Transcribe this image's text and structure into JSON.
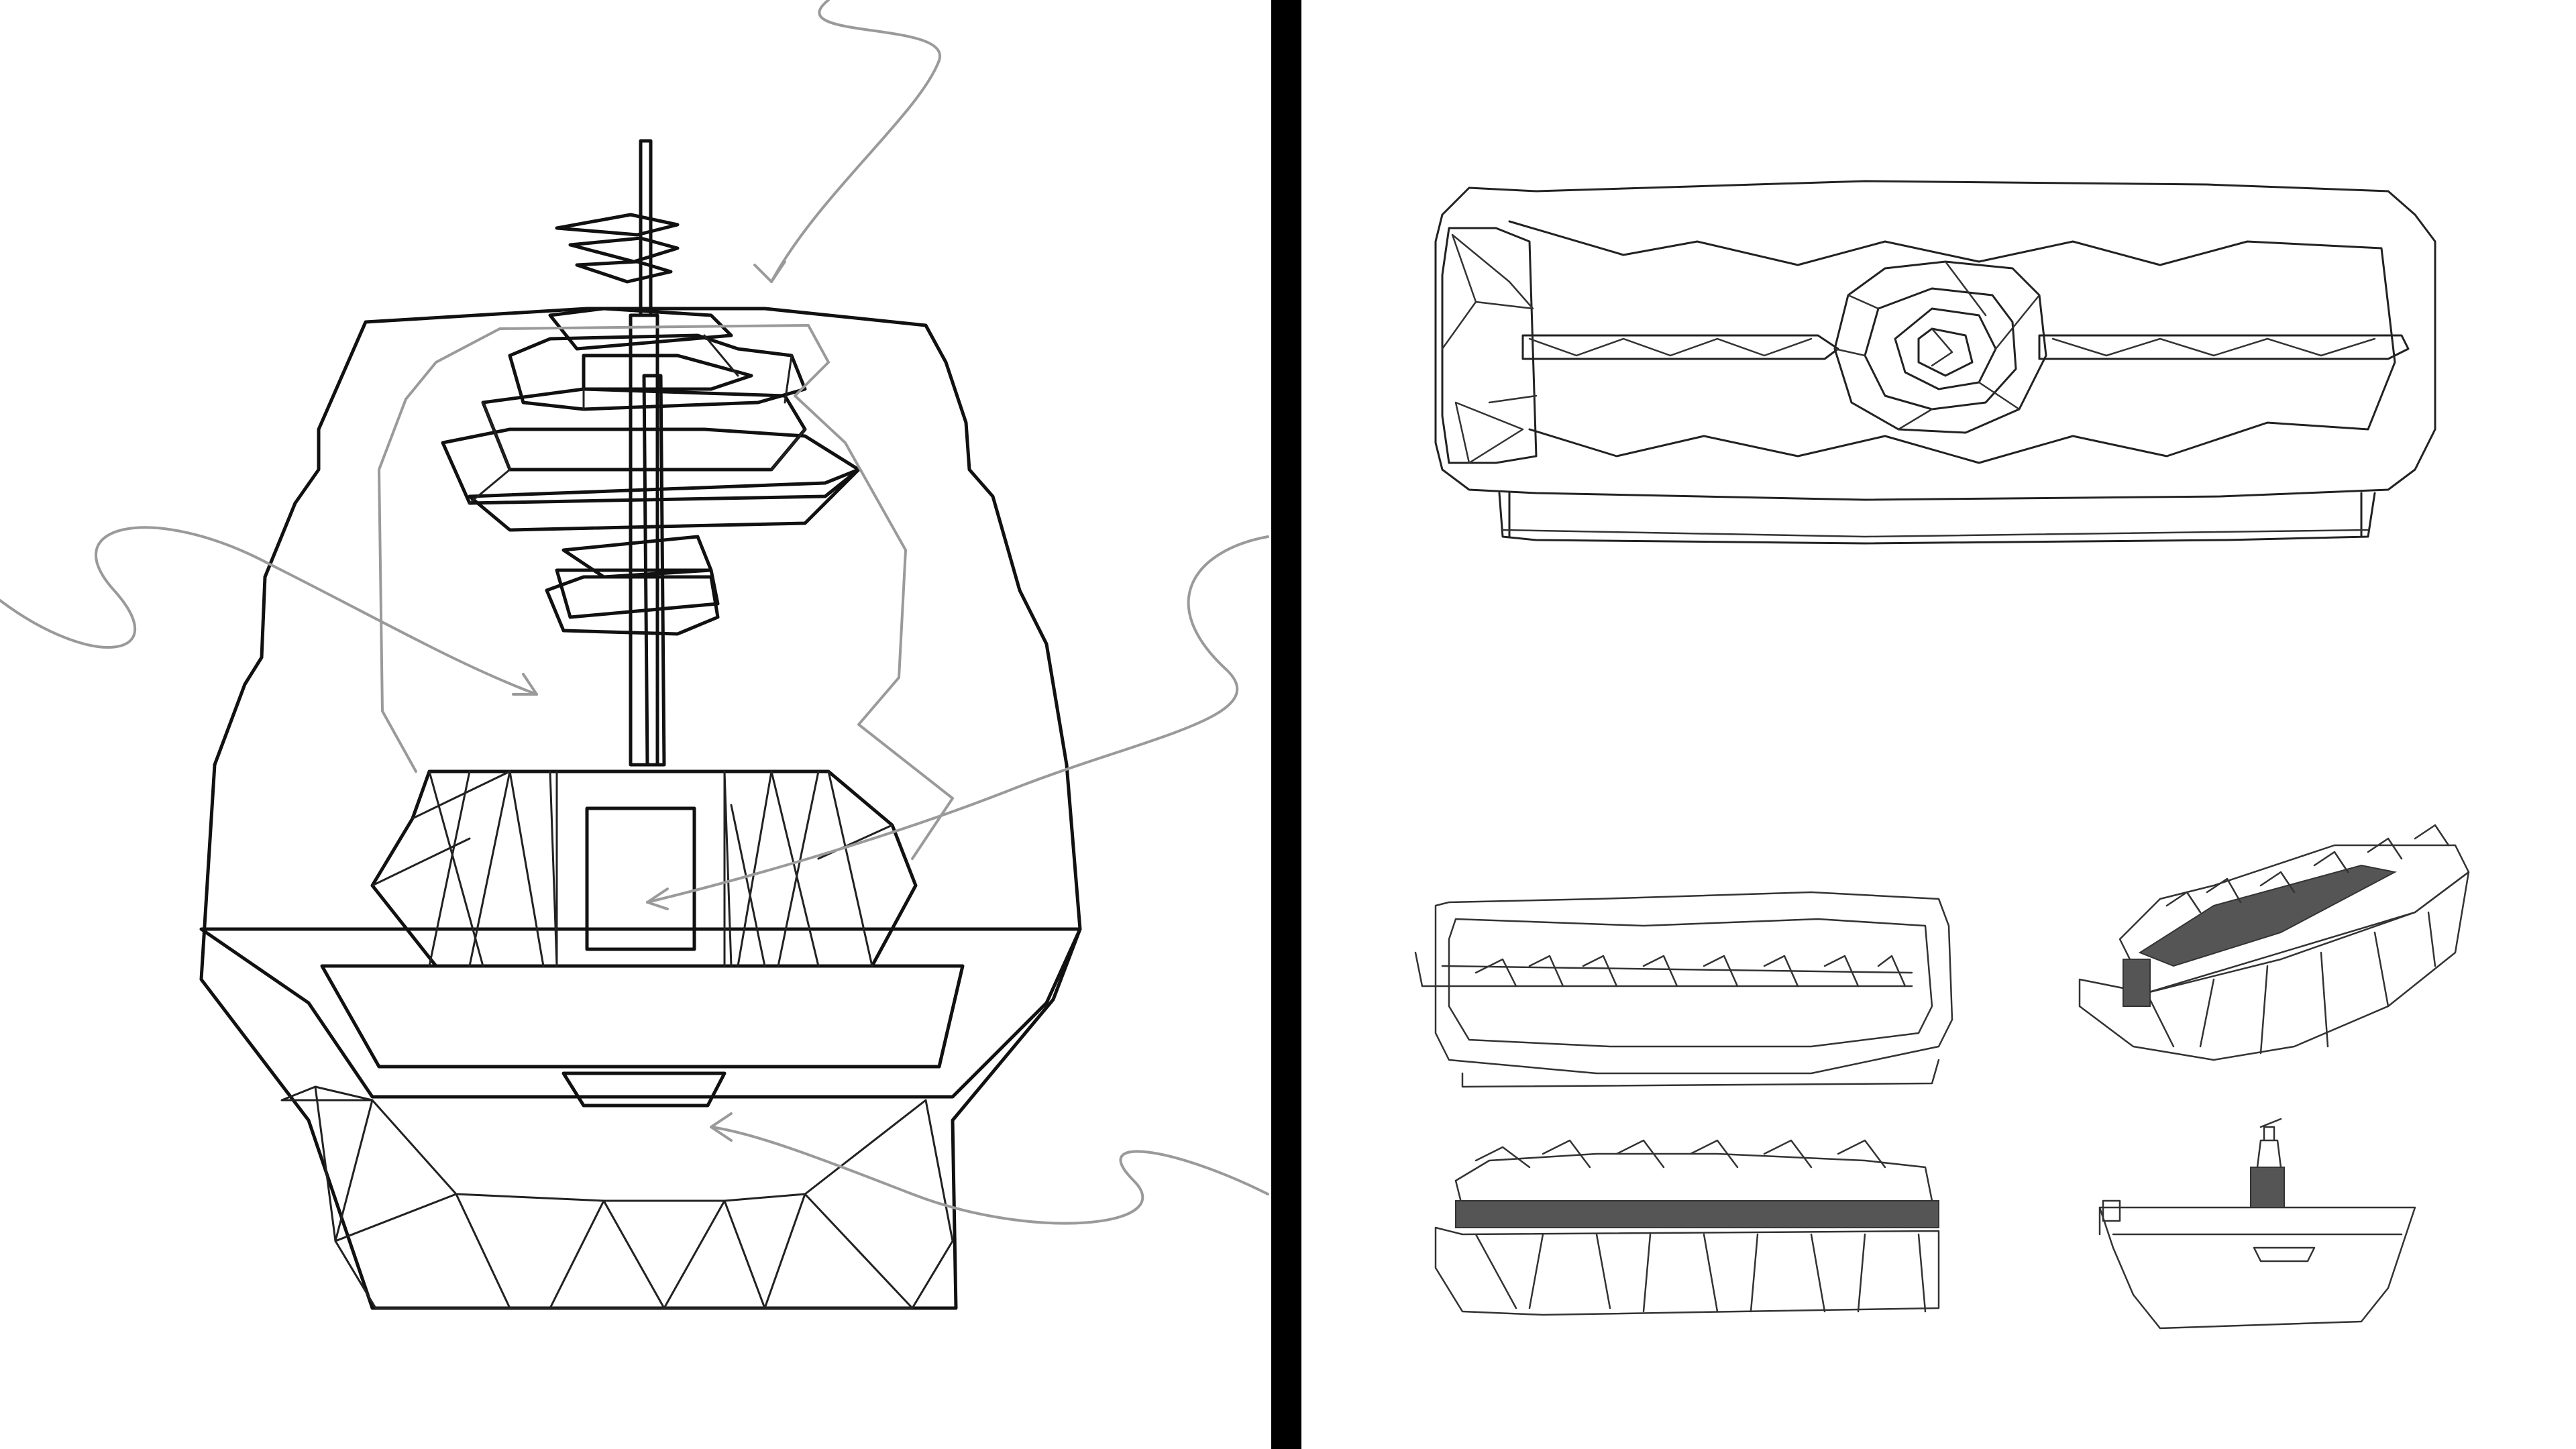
{
  "colors": {
    "background": "#ffffff",
    "ink": "#111111",
    "flow_arrows": "#9a9a9a",
    "divider": "#000000",
    "shading": "#555555"
  },
  "panels": [
    {
      "id": "left",
      "content": "front-elevation-of-faceted-tank-with-plant-tower"
    },
    {
      "id": "right",
      "content": "top-view-and-four-perspective-thumbnails"
    }
  ]
}
